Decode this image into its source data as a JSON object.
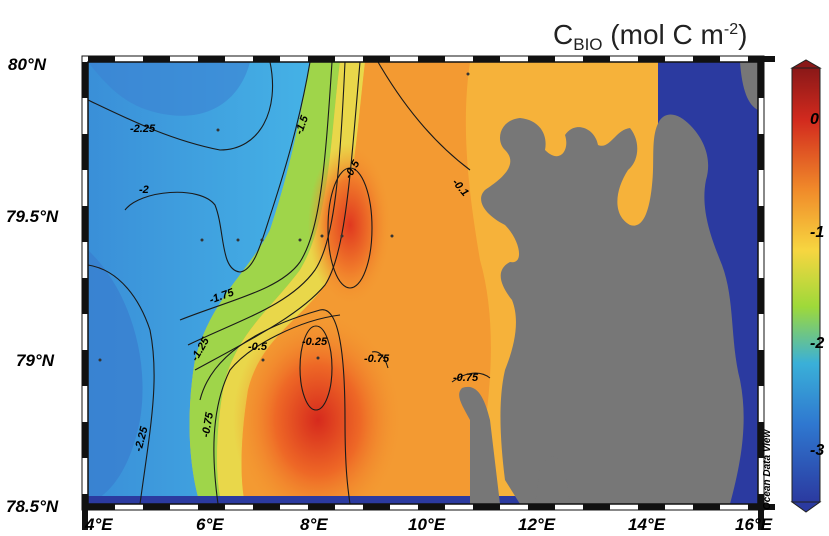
{
  "map": {
    "title_main": "C",
    "title_sub": "BIO",
    "title_rest": " (mol C m",
    "title_sup": "-2",
    "title_close": ")",
    "watermark": "Ocean Data View",
    "lat_labels": [
      "80°N",
      "79.5°N",
      "79°N",
      "78.5°N"
    ],
    "lon_labels": [
      "4°E",
      "6°E",
      "8°E",
      "10°E",
      "12°E",
      "14°E",
      "16°E"
    ],
    "colorbar_labels": [
      "0",
      "-1",
      "-2",
      "-3"
    ],
    "contour_labels": [
      "-2.25",
      "-1.5",
      "-0.5",
      "-0.1",
      "-2",
      "-1.75",
      "-1.25",
      "-0.5",
      "-0.25",
      "-0.75",
      "-0.75",
      "-0.75",
      "-2.25"
    ],
    "colors": {
      "land": "#7a7a7a",
      "deep_blue": "#2b3aa0",
      "colormap": [
        "#2b3aa0",
        "#3aa0e0",
        "#9ed93a",
        "#f7d640",
        "#f08a2a",
        "#d22a1e",
        "#8a1818"
      ]
    }
  }
}
